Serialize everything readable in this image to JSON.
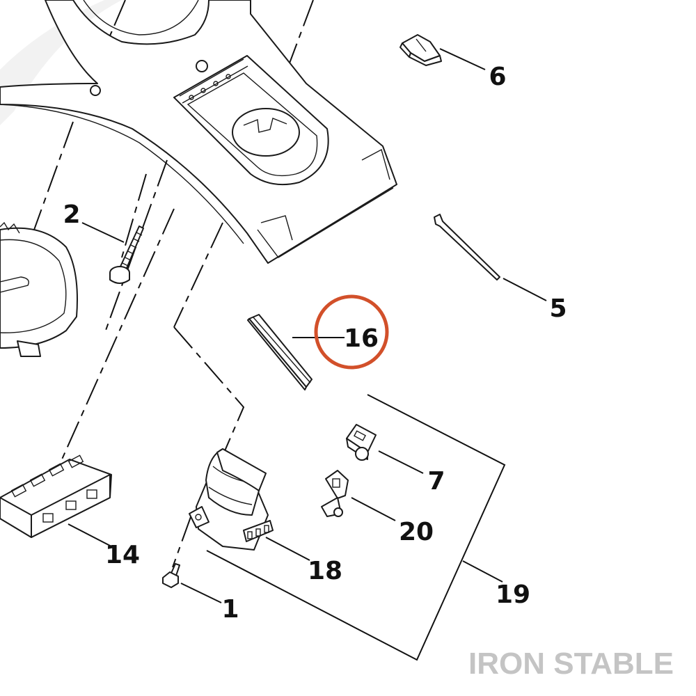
{
  "callouts": {
    "c1": "1",
    "c2": "2",
    "c5": "5",
    "c6": "6",
    "c7": "7",
    "c14": "14",
    "c16": "16",
    "c18": "18",
    "c19": "19",
    "c20": "20"
  },
  "highlight": {
    "target": "16",
    "color": "#d2502a"
  },
  "watermark": "IRON STABLE"
}
